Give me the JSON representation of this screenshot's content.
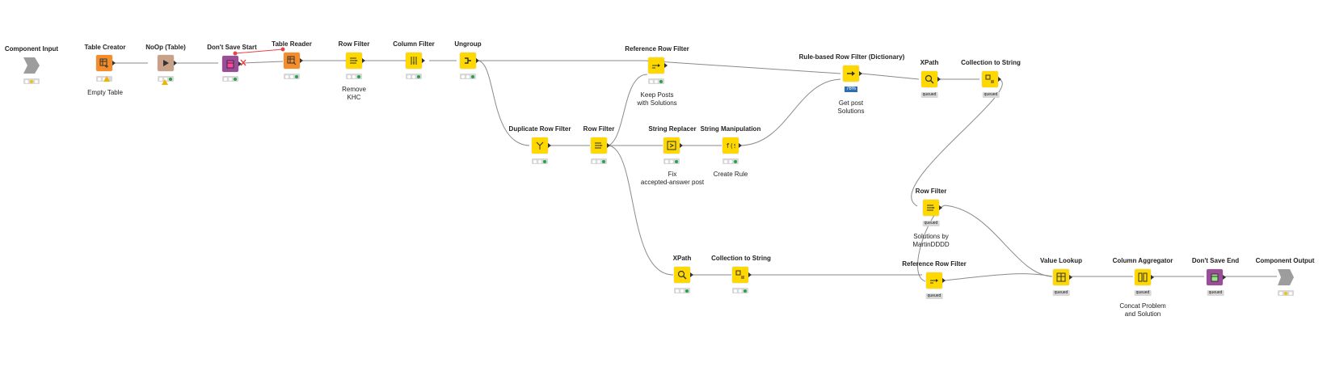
{
  "colors": {
    "manipulator": "#ffd800",
    "source": "#f58d2a",
    "noop": "#c9a088",
    "flowcontrol": "#9b4d99",
    "component_io": "#9d9d9d",
    "wire": "#8a8a8a",
    "flowvar": "#e8434b"
  },
  "nodes": {
    "component_input": {
      "title": "Component Input",
      "icon": "component-input-icon"
    },
    "table_creator": {
      "title": "Table Creator",
      "annotation": "Empty Table",
      "icon": "table-creator-icon"
    },
    "noop": {
      "title": "NoOp (Table)",
      "icon": "noop-icon"
    },
    "dont_save_start": {
      "title": "Don't Save Start",
      "icon": "dont-save-start-icon"
    },
    "table_reader": {
      "title": "Table Reader",
      "icon": "table-reader-icon"
    },
    "row_filter_1": {
      "title": "Row Filter",
      "annotation": "Remove\nKHC",
      "icon": "row-filter-icon"
    },
    "column_filter": {
      "title": "Column Filter",
      "icon": "column-filter-icon"
    },
    "ungroup": {
      "title": "Ungroup",
      "icon": "ungroup-icon"
    },
    "reference_row_filter_1": {
      "title": "Reference Row Filter",
      "annotation": "Keep Posts\nwith Solutions",
      "icon": "reference-row-filter-icon"
    },
    "duplicate_row_filter": {
      "title": "Duplicate Row Filter",
      "icon": "duplicate-row-filter-icon"
    },
    "row_filter_2": {
      "title": "Row Filter",
      "icon": "row-filter-icon"
    },
    "string_replacer": {
      "title": "String Replacer",
      "annotation": "Fix\naccepted-answer post",
      "icon": "string-replacer-icon"
    },
    "string_manipulation": {
      "title": "String Manipulation",
      "annotation": "Create Rule",
      "icon": "string-manipulation-icon"
    },
    "rule_based_row_filter": {
      "title": "Rule-based Row Filter (Dictionary)",
      "annotation": "Get post\nSolutions",
      "icon": "rule-based-row-filter-icon",
      "progress": "76%"
    },
    "xpath_1": {
      "title": "XPath",
      "status": "queued",
      "icon": "xpath-icon"
    },
    "collection_to_string_1": {
      "title": "Collection to String",
      "status": "queued",
      "icon": "collection-to-string-icon"
    },
    "row_filter_3": {
      "title": "Row Filter",
      "status": "queued",
      "annotation": "Solutions by\nMartinDDDD",
      "icon": "row-filter-icon"
    },
    "xpath_2": {
      "title": "XPath",
      "icon": "xpath-icon"
    },
    "collection_to_string_2": {
      "title": "Collection to String",
      "icon": "collection-to-string-icon"
    },
    "reference_row_filter_2": {
      "title": "Reference Row Filter",
      "status": "queued",
      "icon": "reference-row-filter-icon"
    },
    "value_lookup": {
      "title": "Value Lookup",
      "status": "queued",
      "icon": "value-lookup-icon"
    },
    "column_aggregator": {
      "title": "Column Aggregator",
      "status": "queued",
      "annotation": "Concat Problem\nand Solution",
      "icon": "column-aggregator-icon"
    },
    "dont_save_end": {
      "title": "Don't Save End",
      "status": "queued",
      "icon": "dont-save-end-icon"
    },
    "component_output": {
      "title": "Component Output",
      "icon": "component-output-icon"
    }
  }
}
